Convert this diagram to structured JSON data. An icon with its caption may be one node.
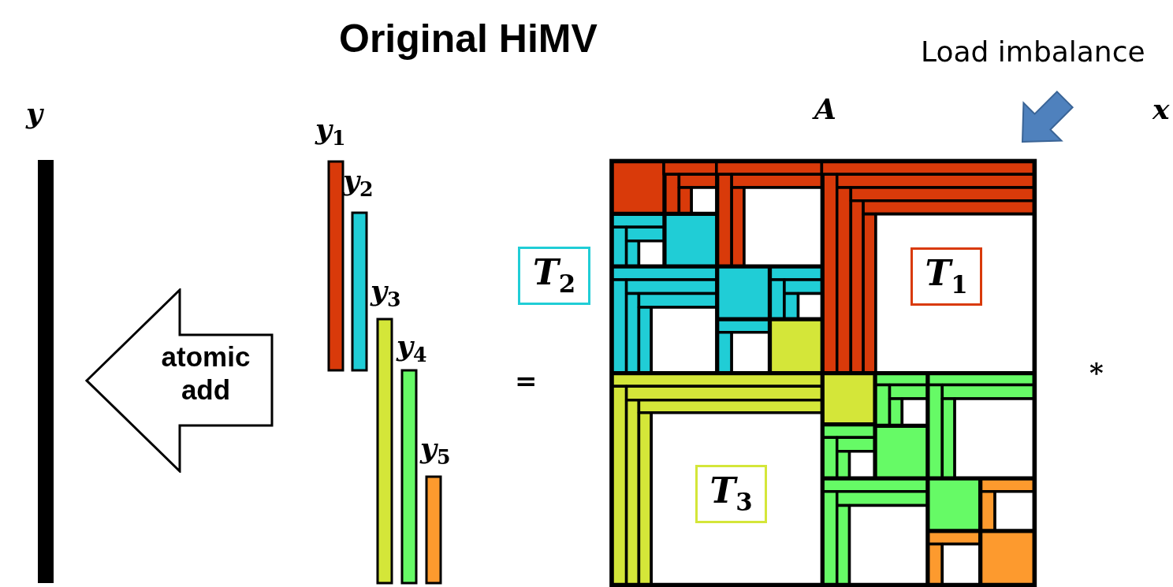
{
  "diagram": {
    "title": "Original HiMV",
    "nodes": [
      {
        "text": [
          "atomic add"
        ]
      },
      {
        "text": [
          "*T*$_{2}$"
        ]
      },
      {
        "text": [
          "*T*$_{1}$"
        ]
      },
      {
        "text": [
          "*T*$_{3}$"
        ]
      }
    ],
    "labels": [
      "Load imbalance",
      "y",
      "A",
      "x",
      "*y*$_{1}$",
      "*y*$_{2}$",
      "*y*$_{3}$",
      "*y*$_{4}$",
      "*y*$_{5}$",
      "=",
      "*"
    ]
  }
}
